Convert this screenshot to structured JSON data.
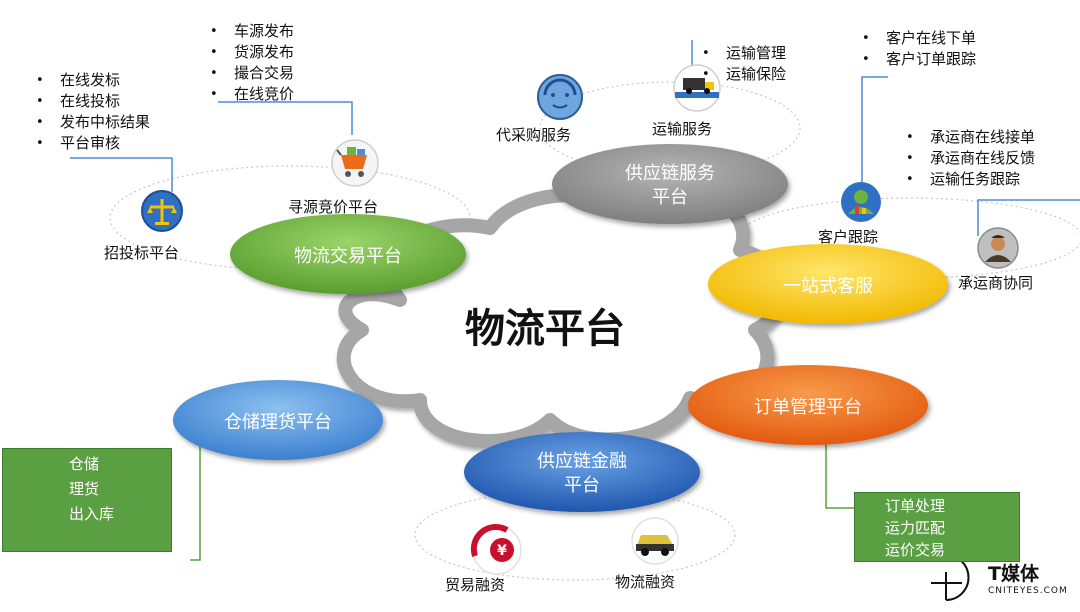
{
  "center_title": "物流平台",
  "platforms": {
    "trade": "物流交易平台",
    "scm_l1": "供应链服务",
    "scm_l2": "平台",
    "service": "一站式客服",
    "order": "订单管理平台",
    "fin_l1": "供应链金融",
    "fin_l2": "平台",
    "ware": "仓储理货平台"
  },
  "nodes": {
    "bidding": "招投标平台",
    "sourcing": "寻源竞价平台",
    "purchasing": "代采购服务",
    "transport": "运输服务",
    "customer_tracking": "客户跟踪",
    "carrier_collab": "承运商协同",
    "trade_finance": "贸易融资",
    "logistics_finance": "物流融资"
  },
  "lists": {
    "bidding": [
      "在线发标",
      "在线投标",
      "发布中标结果",
      "平台审核"
    ],
    "sourcing": [
      "车源发布",
      "货源发布",
      "撮合交易",
      "在线竞价"
    ],
    "transport": [
      "运输管理",
      "运输保险"
    ],
    "customer": [
      "客户在线下单",
      "客户订单跟踪"
    ],
    "carrier": [
      "承运商在线接单",
      "承运商在线反馈",
      "运输任务跟踪"
    ]
  },
  "boxes": {
    "warehouse": [
      "仓储",
      "理货",
      "出入库"
    ],
    "order": [
      "订单处理",
      "运力匹配",
      "运价交易"
    ]
  },
  "watermark": {
    "title": "T媒体",
    "sub": "CNITEYES.COM"
  },
  "colors": {
    "green": "#6cb33f",
    "gray": "#8f8f8f",
    "yellow": "#f7c600",
    "orange": "#ee6a16",
    "blue": "#2f6fc4",
    "light_blue": "#4a8fd6",
    "box_green": "#5aa043",
    "cloud_stroke": "#a6a6a6"
  }
}
